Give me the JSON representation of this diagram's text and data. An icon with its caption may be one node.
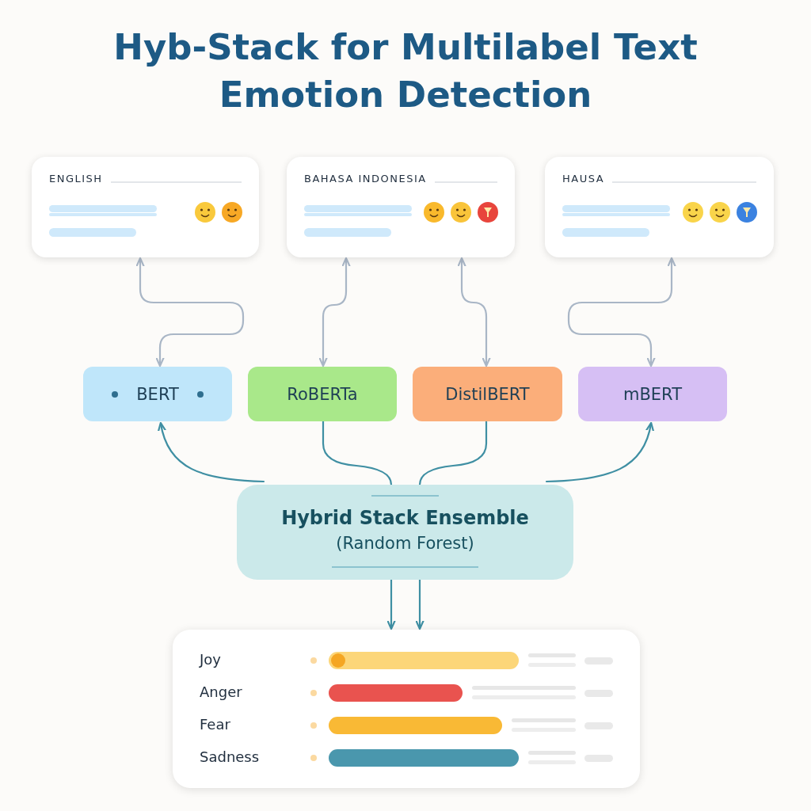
{
  "diagram": {
    "title": "Hyb-Stack for Multilabel Text Emotion Detection",
    "nodes": [
      {
        "text": [
          "ENGLISH"
        ]
      },
      {
        "text": [
          "BAHASA INDONESIA"
        ]
      },
      {
        "text": [
          "HAUSA"
        ]
      },
      {
        "text": [
          "BERT"
        ]
      },
      {
        "text": [
          "RoBERTa"
        ]
      },
      {
        "text": [
          "DistilBERT"
        ]
      },
      {
        "text": [
          "mBERT"
        ]
      },
      {
        "text": [
          "Hybrid Stack Ensemble",
          "(Random Forest)"
        ]
      },
      {
        "text": [
          "Joy",
          "Anger",
          "Fear",
          "Sadness"
        ]
      }
    ],
    "edges": [
      {
        "from": 0,
        "to": 3,
        "arrow": "both",
        "color": "#a9b6c6"
      },
      {
        "from": 1,
        "to": 4,
        "arrow": "both",
        "color": "#a9b6c6"
      },
      {
        "from": 1,
        "to": 5,
        "arrow": "both",
        "color": "#a9b6c6"
      },
      {
        "from": 2,
        "to": 6,
        "arrow": "both",
        "color": "#a9b6c6"
      },
      {
        "from": 7,
        "to": 3,
        "arrow": "to"
      },
      {
        "from": 4,
        "to": 7,
        "arrow": "none"
      },
      {
        "from": 5,
        "to": 7,
        "arrow": "none"
      },
      {
        "from": 7,
        "to": 6,
        "arrow": "to"
      },
      {
        "from": 7,
        "to": 8,
        "arrow": "to"
      },
      {
        "from": 7,
        "to": 8,
        "arrow": "to"
      }
    ]
  }
}
